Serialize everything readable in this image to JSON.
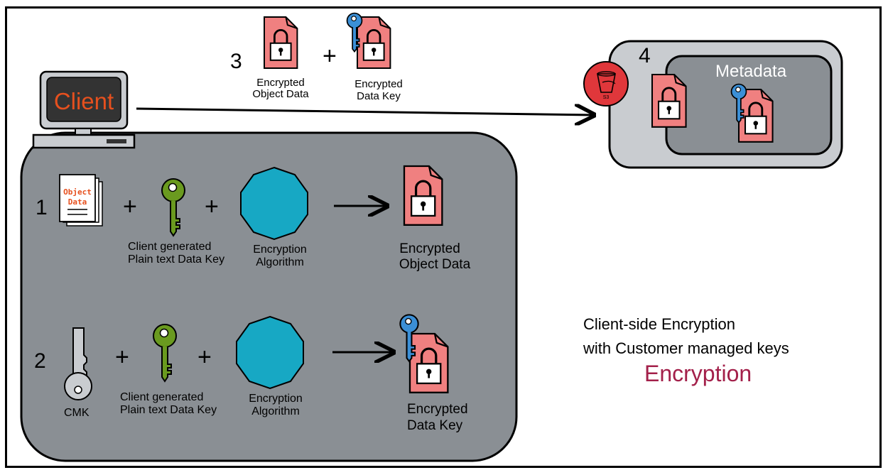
{
  "client": {
    "label": "Client"
  },
  "step1": {
    "number": "1",
    "doc_label": [
      "Object",
      "Data"
    ],
    "plus": "+",
    "key_label": [
      "Client generated",
      "Plain text Data Key"
    ],
    "algo_label": [
      "Encryption",
      "Algorithm"
    ],
    "result_label": [
      "Encrypted",
      "Object Data"
    ]
  },
  "step2": {
    "number": "2",
    "cmk_label": "CMK",
    "plus": "+",
    "key_label": [
      "Client generated",
      "Plain text Data Key"
    ],
    "algo_label": [
      "Encryption",
      "Algorithm"
    ],
    "result_label": [
      "Encrypted",
      "Data Key"
    ]
  },
  "step3": {
    "number": "3",
    "plus": "+",
    "obj_label": [
      "Encrypted",
      "Object Data"
    ],
    "key_label": [
      "Encrypted",
      "Data Key"
    ]
  },
  "step4": {
    "number": "4",
    "metadata_label": "Metadata",
    "s3_label": "S3"
  },
  "caption": {
    "line1": "Client-side Encryption",
    "line2": "with Customer managed keys",
    "title": "Encryption"
  },
  "colors": {
    "panel": "#8a8f94",
    "doc": "#f08080",
    "green_key": "#6a9a1f",
    "blue_key": "#3b8fd6",
    "octagon": "#17a8c4",
    "s3": "#e0373b",
    "accent": "#a3204a",
    "client_text": "#e6501e"
  }
}
